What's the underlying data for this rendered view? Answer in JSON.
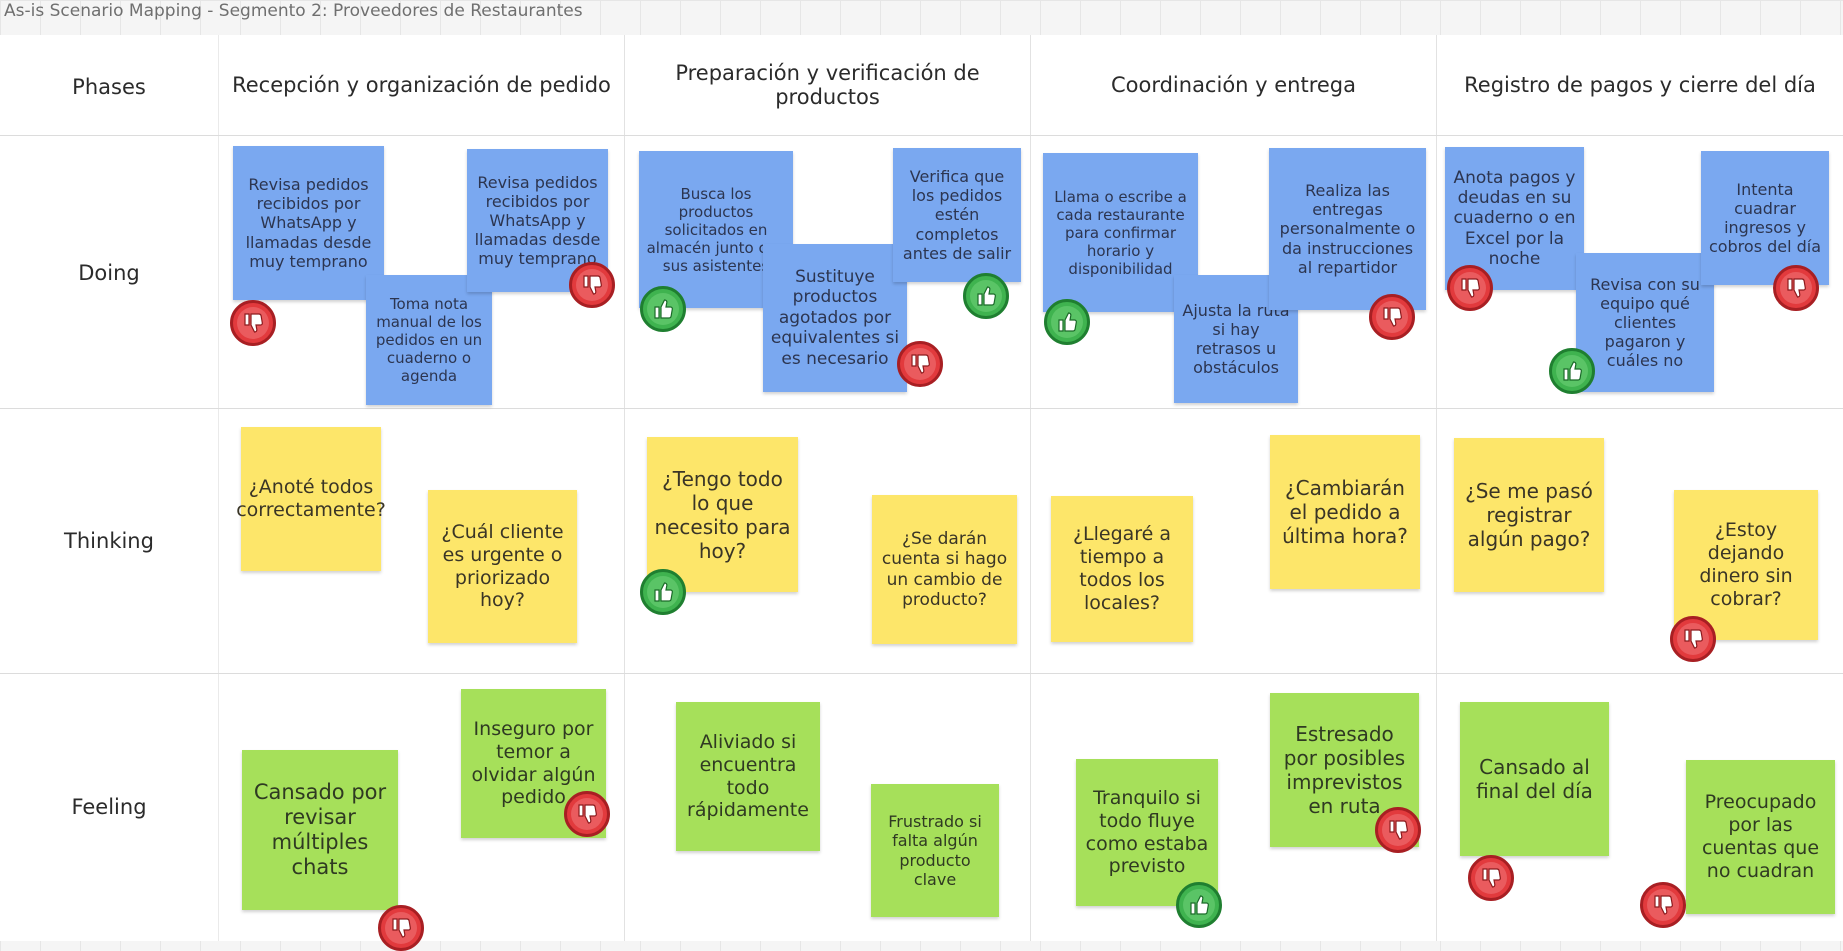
{
  "board": {
    "title": "As-is Scenario Mapping - Segmento 2: Proveedores de Restaurantes"
  },
  "rows": {
    "phases": "Phases",
    "doing": "Doing",
    "thinking": "Thinking",
    "feeling": "Feeling"
  },
  "phases": [
    "Recepción y organización de pedido",
    "Preparación y verificación de productos",
    "Coordinación y entrega",
    "Registro de pagos y cierre del día"
  ],
  "notes": {
    "n1": "Revisa pedidos recibidos por WhatsApp y llamadas desde muy temprano",
    "n2": "Toma nota manual de los pedidos en un cuaderno o agenda",
    "n3": "Revisa pedidos recibidos por WhatsApp y llamadas desde muy temprano",
    "n4": "Busca los productos solicitados en almacén junto con sus asistentes",
    "n5": "Sustituye productos agotados por equivalentes si es necesario",
    "n6": "Verifica que los pedidos estén completos antes de salir",
    "n7": "Llama o escribe a cada restaurante para confirmar horario y disponibilidad",
    "n8": "Ajusta la ruta si hay retrasos u obstáculos",
    "n9": "Realiza las entregas personalmente o da instrucciones al repartidor",
    "n10": "Anota pagos y deudas en su cuaderno o en Excel por la noche",
    "n11": "Revisa con su equipo qué clientes pagaron y cuáles no",
    "n12": "Intenta cuadrar ingresos y cobros del día",
    "t1": "¿Anoté todos correctamente?",
    "t2": "¿Cuál cliente es urgente o priorizado hoy?",
    "t3": "¿Tengo todo lo que necesito para hoy?",
    "t4": "¿Se darán cuenta si hago un cambio de producto?",
    "t5": "¿Llegaré a tiempo a todos los locales?",
    "t6": "¿Cambiarán el pedido a última hora?",
    "t7": "¿Se me pasó registrar algún pago?",
    "t8": "¿Estoy dejando dinero sin cobrar?",
    "f1": "Cansado por revisar múltiples chats",
    "f2": "Inseguro por temor a olvidar algún pedido",
    "f3": "Aliviado si encuentra todo rápidamente",
    "f4": "Frustrado si falta algún producto clave",
    "f5": "Tranquilo si todo fluye como estaba previsto",
    "f6": "Estresado por posibles imprevistos en ruta",
    "f7": "Cansado al final del día",
    "f8": "Preocupado por las cuentas que no cuadran"
  },
  "icons": {
    "up": "thumbs-up-icon",
    "down": "thumbs-down-icon"
  },
  "colors": {
    "doing": "#7aa8f0",
    "thinking": "#fde66a",
    "feeling": "#a6e05a",
    "positive": "#3fb34f",
    "negative": "#e23a3d"
  }
}
